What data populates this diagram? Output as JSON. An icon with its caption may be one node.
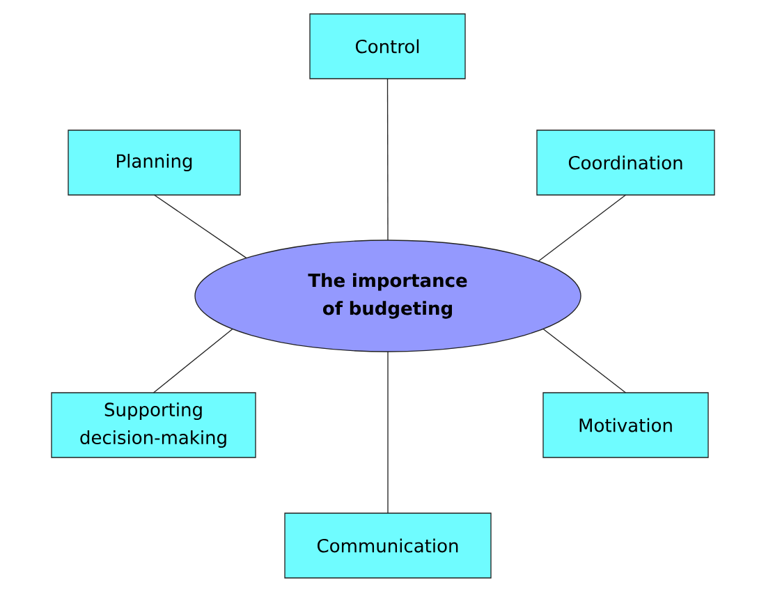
{
  "diagram": {
    "nodes": [
      {
        "text": [
          "Control"
        ]
      },
      {
        "text": [
          "Planning"
        ]
      },
      {
        "text": [
          "Coordination"
        ]
      },
      {
        "text": [
          "The importance of budgeting"
        ]
      },
      {
        "text": [
          "Supporting decision-making"
        ]
      },
      {
        "text": [
          "Motivation"
        ]
      },
      {
        "text": [
          "Communication"
        ]
      }
    ],
    "edges": [
      {
        "from": 3,
        "to": 0,
        "arrow": "none"
      },
      {
        "from": 3,
        "to": 1,
        "arrow": "none"
      },
      {
        "from": 3,
        "to": 2,
        "arrow": "none"
      },
      {
        "from": 3,
        "to": 4,
        "arrow": "none"
      },
      {
        "from": 3,
        "to": 5,
        "arrow": "none"
      },
      {
        "from": 3,
        "to": 6,
        "arrow": "none"
      }
    ]
  }
}
